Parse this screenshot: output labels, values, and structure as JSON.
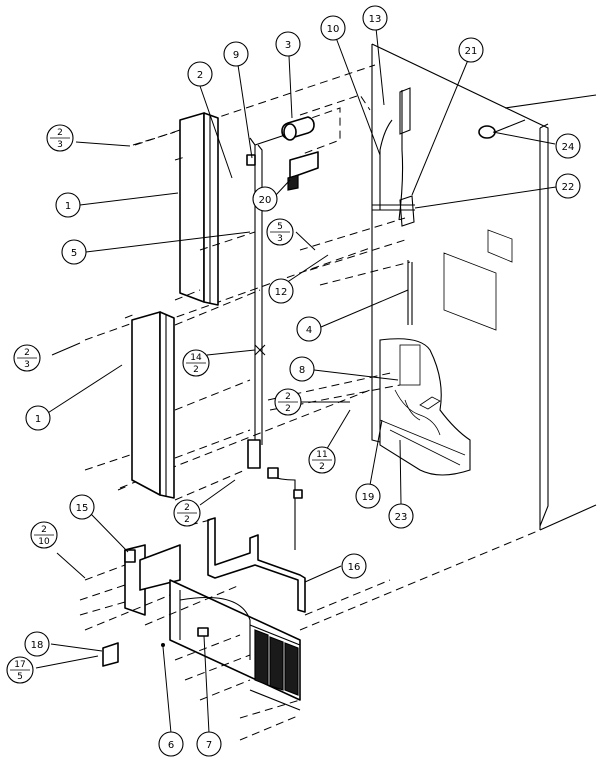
{
  "callouts": [
    {
      "id": "c1a",
      "label": "1"
    },
    {
      "id": "c1b",
      "label": "1"
    },
    {
      "id": "c2",
      "label": "2"
    },
    {
      "id": "c3",
      "label": "3"
    },
    {
      "id": "c4",
      "label": "4"
    },
    {
      "id": "c5",
      "label": "5"
    },
    {
      "id": "c6",
      "label": "6"
    },
    {
      "id": "c7",
      "label": "7"
    },
    {
      "id": "c8",
      "label": "8"
    },
    {
      "id": "c9",
      "label": "9"
    },
    {
      "id": "c10",
      "label": "10"
    },
    {
      "id": "c12",
      "label": "12"
    },
    {
      "id": "c13",
      "label": "13"
    },
    {
      "id": "c15",
      "label": "15"
    },
    {
      "id": "c16",
      "label": "16"
    },
    {
      "id": "c18",
      "label": "18"
    },
    {
      "id": "c19",
      "label": "19"
    },
    {
      "id": "c20",
      "label": "20"
    },
    {
      "id": "c21",
      "label": "21"
    },
    {
      "id": "c22",
      "label": "22"
    },
    {
      "id": "c23",
      "label": "23"
    },
    {
      "id": "c24",
      "label": "24"
    }
  ],
  "fractions": [
    {
      "id": "f2_3_top",
      "num": "2",
      "den": "3"
    },
    {
      "id": "f2_3_left",
      "num": "2",
      "den": "3"
    },
    {
      "id": "f5_3",
      "num": "5",
      "den": "3"
    },
    {
      "id": "f14_2",
      "num": "14",
      "den": "2"
    },
    {
      "id": "f2_2_right",
      "num": "2",
      "den": "2"
    },
    {
      "id": "f11_2",
      "num": "11",
      "den": "2"
    },
    {
      "id": "f2_2_mid",
      "num": "2",
      "den": "2"
    },
    {
      "id": "f2_10",
      "num": "2",
      "den": "10"
    },
    {
      "id": "f17_5",
      "num": "17",
      "den": "5"
    }
  ]
}
